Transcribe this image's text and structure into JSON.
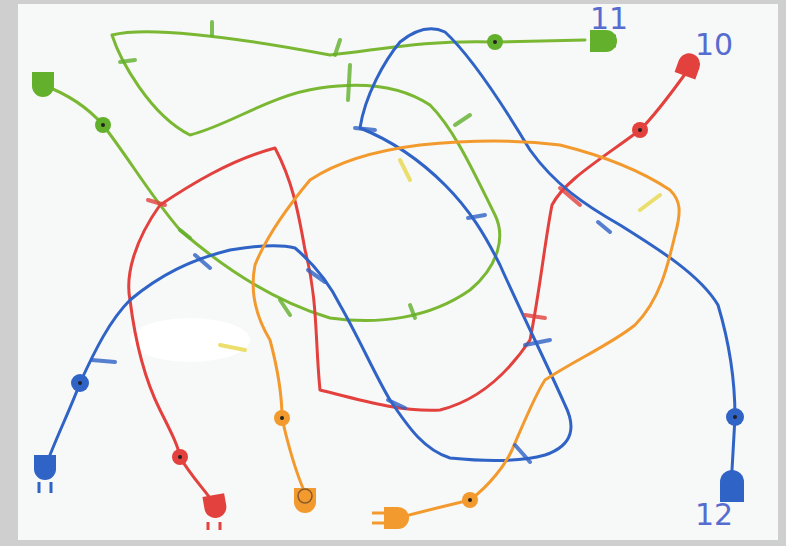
{
  "diagram": {
    "labels": [
      "11",
      "10",
      "12"
    ]
  }
}
